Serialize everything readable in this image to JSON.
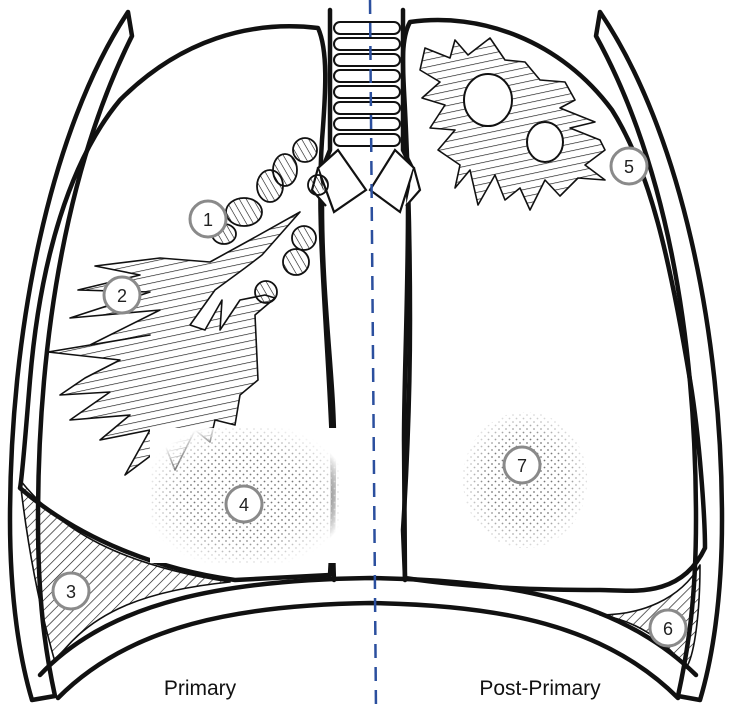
{
  "labels": {
    "left": "Primary",
    "right": "Post-Primary"
  },
  "markers": [
    "1",
    "2",
    "3",
    "4",
    "5",
    "6",
    "7"
  ],
  "colors": {
    "midline": "#2b4f9e",
    "marker_ring": "#8a8a8a",
    "ink": "#111111"
  }
}
